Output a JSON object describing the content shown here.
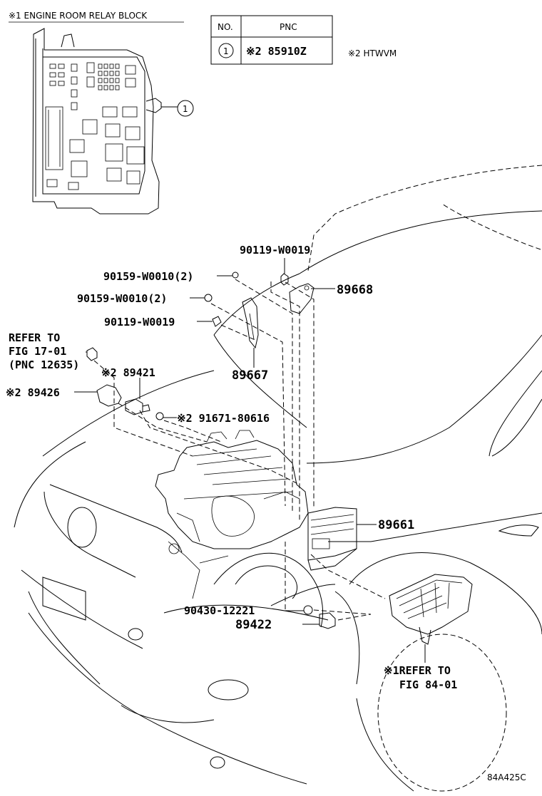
{
  "relay_block_title": "※1 ENGINE ROOM RELAY BLOCK",
  "pnc_table": {
    "headers": [
      "NO.",
      "PNC"
    ],
    "rows": [
      {
        "no": "1",
        "pnc": "※2 85910Z"
      }
    ]
  },
  "note": "※2 HTWVM",
  "callout_number": "1",
  "parts": {
    "p90119_top": "90119-W0019",
    "p90159_a": "90159-W0010(2)",
    "p89668": "89668",
    "p90159_b": "90159-W0010(2)",
    "p90119_b": "90119-W0019",
    "p89667": "89667",
    "p89421": "※2 89421",
    "p89426": "※2 89426",
    "p91671": "※2 91671-80616",
    "p89661": "89661",
    "p90430": "90430-12221",
    "p89422": "89422"
  },
  "refer_1": [
    "REFER TO",
    "FIG 17-01",
    "(PNC 12635)"
  ],
  "refer_2": [
    "※1REFER TO",
    "FIG 84-01"
  ],
  "figure_code": "84A425C"
}
